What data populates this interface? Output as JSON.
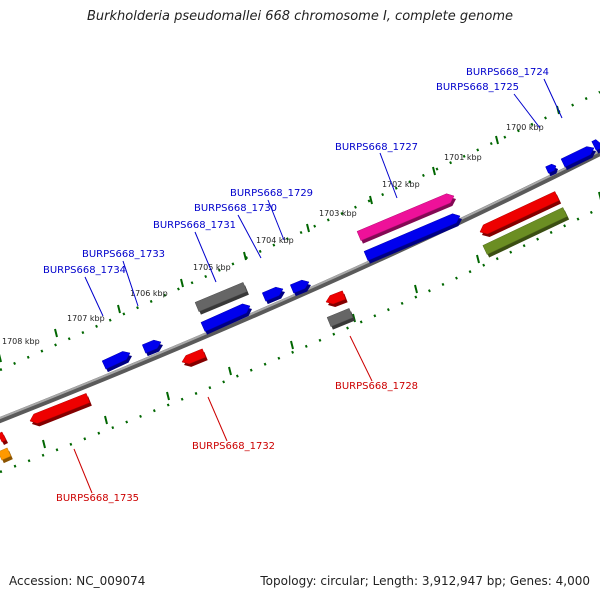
{
  "title": "Burkholderia pseudomallei 668 chromosome I, complete genome",
  "footer": {
    "accession": "Accession: NC_009074",
    "summary": "Topology: circular; Length: 3,912,947 bp; Genes: 4,000"
  },
  "ticks": [
    {
      "label": "1700 kbp"
    },
    {
      "label": "1701 kbp"
    },
    {
      "label": "1702 kbp"
    },
    {
      "label": "1703 kbp"
    },
    {
      "label": "1704 kbp"
    },
    {
      "label": "1705 kbp"
    },
    {
      "label": "1706 kbp"
    },
    {
      "label": "1707 kbp"
    },
    {
      "label": "1708 kbp"
    }
  ],
  "gene_labels": {
    "forward": [
      "BURPS668_1724",
      "BURPS668_1725",
      "BURPS668_1727",
      "BURPS668_1729",
      "BURPS668_1730",
      "BURPS668_1731",
      "BURPS668_1733",
      "BURPS668_1734"
    ],
    "reverse": [
      "BURPS668_1728",
      "BURPS668_1732",
      "BURPS668_1735"
    ]
  },
  "colors": {
    "forward_label": "#0000cc",
    "reverse_label": "#cc0000",
    "backbone": "#808080",
    "tick": "#006600",
    "cds_blue": "#0000ee",
    "cds_red": "#ee0000",
    "cds_gray": "#666666",
    "cds_pink": "#ee1199",
    "cds_olive": "#6b8e23",
    "cds_orange": "#ff9900"
  }
}
